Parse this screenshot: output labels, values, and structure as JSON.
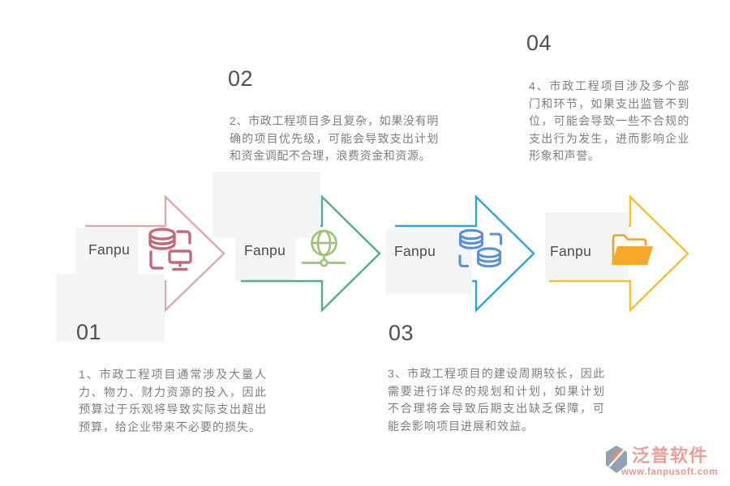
{
  "page": {
    "background": "#ffffff",
    "panel_color": "#f2f4f6"
  },
  "items": [
    {
      "number": "01",
      "label": "Fanpu",
      "icon": "database-monitor-icon",
      "arrow_color": "#d9acac",
      "icon_color": "#c4697b",
      "description": "1、市政工程项目通常涉及大量人力、物力、财力资源的投入，因此预算过于乐观将导致实际支出超出预算，给企业带来不必要的损失。"
    },
    {
      "number": "02",
      "label": "Fanpu",
      "icon": "globe-network-icon",
      "arrow_color": "#4fae8c",
      "icon_color": "#9fc477",
      "description": "2、市政工程项目多且复杂，如果没有明确的项目优先级，可能会导致支出计划和资金调配不合理，浪费资金和资源。"
    },
    {
      "number": "03",
      "label": "Fanpu",
      "icon": "database-sync-icon",
      "arrow_color": "#2ba5d8",
      "icon_color": "#5c8fd6",
      "description": "3、市政工程项目的建设周期较长，因此需要进行详尽的规划和计划，如果计划不合理将会导致后期支出缺乏保障，可能会影响项目进展和效益。"
    },
    {
      "number": "04",
      "label": "Fanpu",
      "icon": "folder-icon",
      "arrow_color": "#f2c033",
      "icon_color": "#f5a82b",
      "folder_back_color": "#efa12c",
      "description": "4、市政工程项目涉及多个部门和环节，如果支出监管不到位，可能会导致一些不合规的支出行为发生，进而影响企业形象和声誉。"
    }
  ],
  "footer": {
    "brand": "泛普软件",
    "url": "www.fanpusoft.com"
  }
}
